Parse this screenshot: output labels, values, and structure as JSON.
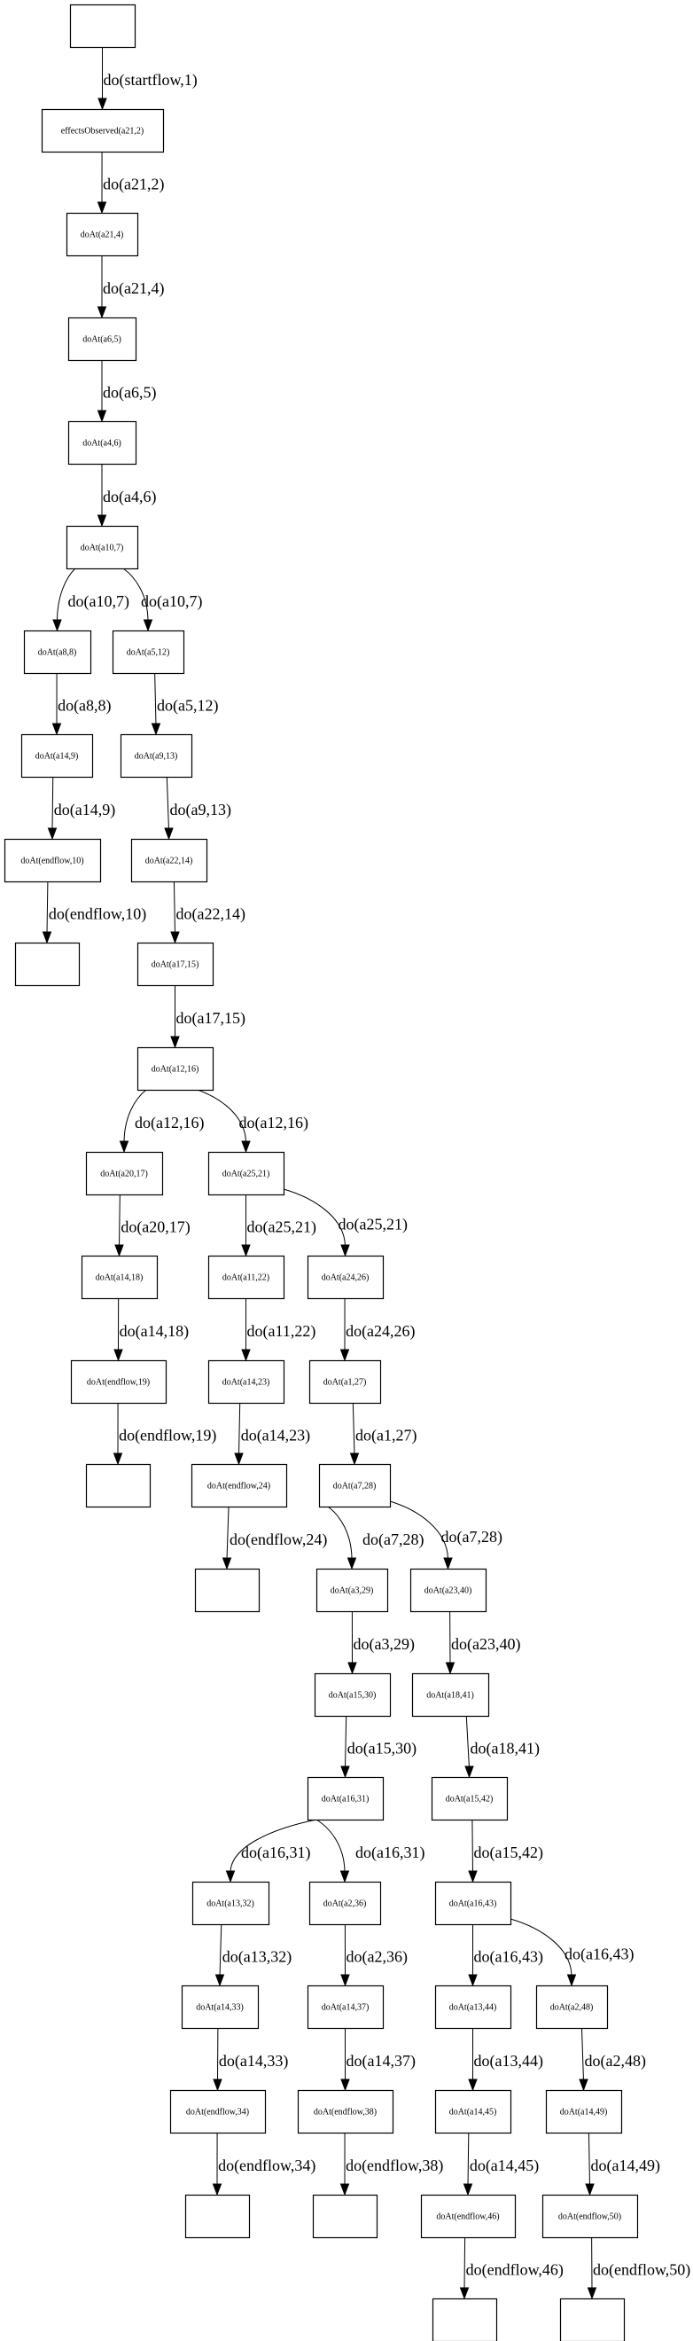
{
  "diagram": {
    "type": "directed-tree",
    "nodes": [
      {
        "id": "n0",
        "label": ""
      },
      {
        "id": "n1",
        "label": "effectsObserved(a21,2)"
      },
      {
        "id": "n2",
        "label": "doAt(a21,4)"
      },
      {
        "id": "n3",
        "label": "doAt(a6,5)"
      },
      {
        "id": "n4",
        "label": "doAt(a4,6)"
      },
      {
        "id": "n5",
        "label": "doAt(a10,7)"
      },
      {
        "id": "n6",
        "label": "doAt(a8,8)"
      },
      {
        "id": "n7",
        "label": "doAt(a5,12)"
      },
      {
        "id": "n8",
        "label": "doAt(a14,9)"
      },
      {
        "id": "n9",
        "label": "doAt(a9,13)"
      },
      {
        "id": "n10",
        "label": "doAt(endflow,10)"
      },
      {
        "id": "n11",
        "label": "doAt(a22,14)"
      },
      {
        "id": "n12",
        "label": ""
      },
      {
        "id": "n13",
        "label": "doAt(a17,15)"
      },
      {
        "id": "n14",
        "label": "doAt(a12,16)"
      },
      {
        "id": "n15",
        "label": "doAt(a20,17)"
      },
      {
        "id": "n16",
        "label": "doAt(a25,21)"
      },
      {
        "id": "n17",
        "label": "doAt(a14,18)"
      },
      {
        "id": "n18",
        "label": "doAt(a11,22)"
      },
      {
        "id": "n19",
        "label": "doAt(a24,26)"
      },
      {
        "id": "n20",
        "label": "doAt(endflow,19)"
      },
      {
        "id": "n21",
        "label": "doAt(a14,23)"
      },
      {
        "id": "n22",
        "label": "doAt(a1,27)"
      },
      {
        "id": "n23",
        "label": ""
      },
      {
        "id": "n24",
        "label": "doAt(endflow,24)"
      },
      {
        "id": "n25",
        "label": "doAt(a7,28)"
      },
      {
        "id": "n26",
        "label": ""
      },
      {
        "id": "n27",
        "label": "doAt(a3,29)"
      },
      {
        "id": "n28",
        "label": "doAt(a23,40)"
      },
      {
        "id": "n29",
        "label": "doAt(a15,30)"
      },
      {
        "id": "n30",
        "label": "doAt(a18,41)"
      },
      {
        "id": "n31",
        "label": "doAt(a16,31)"
      },
      {
        "id": "n32",
        "label": "doAt(a15,42)"
      },
      {
        "id": "n33",
        "label": "doAt(a13,32)"
      },
      {
        "id": "n34",
        "label": "doAt(a2,36)"
      },
      {
        "id": "n35",
        "label": "doAt(a16,43)"
      },
      {
        "id": "n36",
        "label": "doAt(a14,33)"
      },
      {
        "id": "n37",
        "label": "doAt(a14,37)"
      },
      {
        "id": "n38",
        "label": "doAt(a13,44)"
      },
      {
        "id": "n39",
        "label": "doAt(a2,48)"
      },
      {
        "id": "n40",
        "label": "doAt(endflow,34)"
      },
      {
        "id": "n41",
        "label": "doAt(endflow,38)"
      },
      {
        "id": "n42",
        "label": "doAt(a14,45)"
      },
      {
        "id": "n43",
        "label": "doAt(a14,49)"
      },
      {
        "id": "n44",
        "label": ""
      },
      {
        "id": "n45",
        "label": ""
      },
      {
        "id": "n46",
        "label": "doAt(endflow,46)"
      },
      {
        "id": "n47",
        "label": "doAt(endflow,50)"
      },
      {
        "id": "n48",
        "label": ""
      },
      {
        "id": "n49",
        "label": ""
      }
    ],
    "edges": [
      {
        "from": "n0",
        "to": "n1",
        "label": "do(startflow,1)"
      },
      {
        "from": "n1",
        "to": "n2",
        "label": "do(a21,2)"
      },
      {
        "from": "n2",
        "to": "n3",
        "label": "do(a21,4)"
      },
      {
        "from": "n3",
        "to": "n4",
        "label": "do(a6,5)"
      },
      {
        "from": "n4",
        "to": "n5",
        "label": "do(a4,6)"
      },
      {
        "from": "n5",
        "to": "n6",
        "label": "do(a10,7)"
      },
      {
        "from": "n5",
        "to": "n7",
        "label": "do(a10,7)"
      },
      {
        "from": "n6",
        "to": "n8",
        "label": "do(a8,8)"
      },
      {
        "from": "n7",
        "to": "n9",
        "label": "do(a5,12)"
      },
      {
        "from": "n8",
        "to": "n10",
        "label": "do(a14,9)"
      },
      {
        "from": "n9",
        "to": "n11",
        "label": "do(a9,13)"
      },
      {
        "from": "n10",
        "to": "n12",
        "label": "do(endflow,10)"
      },
      {
        "from": "n11",
        "to": "n13",
        "label": "do(a22,14)"
      },
      {
        "from": "n13",
        "to": "n14",
        "label": "do(a17,15)"
      },
      {
        "from": "n14",
        "to": "n15",
        "label": "do(a12,16)"
      },
      {
        "from": "n14",
        "to": "n16",
        "label": "do(a12,16)"
      },
      {
        "from": "n15",
        "to": "n17",
        "label": "do(a20,17)"
      },
      {
        "from": "n16",
        "to": "n18",
        "label": "do(a25,21)"
      },
      {
        "from": "n16",
        "to": "n19",
        "label": "do(a25,21)"
      },
      {
        "from": "n17",
        "to": "n20",
        "label": "do(a14,18)"
      },
      {
        "from": "n18",
        "to": "n21",
        "label": "do(a11,22)"
      },
      {
        "from": "n19",
        "to": "n22",
        "label": "do(a24,26)"
      },
      {
        "from": "n20",
        "to": "n23",
        "label": "do(endflow,19)"
      },
      {
        "from": "n21",
        "to": "n24",
        "label": "do(a14,23)"
      },
      {
        "from": "n22",
        "to": "n25",
        "label": "do(a1,27)"
      },
      {
        "from": "n24",
        "to": "n26",
        "label": "do(endflow,24)"
      },
      {
        "from": "n25",
        "to": "n27",
        "label": "do(a7,28)"
      },
      {
        "from": "n25",
        "to": "n28",
        "label": "do(a7,28)"
      },
      {
        "from": "n27",
        "to": "n29",
        "label": "do(a3,29)"
      },
      {
        "from": "n28",
        "to": "n30",
        "label": "do(a23,40)"
      },
      {
        "from": "n29",
        "to": "n31",
        "label": "do(a15,30)"
      },
      {
        "from": "n30",
        "to": "n32",
        "label": "do(a18,41)"
      },
      {
        "from": "n31",
        "to": "n33",
        "label": "do(a16,31)"
      },
      {
        "from": "n31",
        "to": "n34",
        "label": "do(a16,31)"
      },
      {
        "from": "n32",
        "to": "n35",
        "label": "do(a15,42)"
      },
      {
        "from": "n33",
        "to": "n36",
        "label": "do(a13,32)"
      },
      {
        "from": "n34",
        "to": "n37",
        "label": "do(a2,36)"
      },
      {
        "from": "n35",
        "to": "n38",
        "label": "do(a16,43)"
      },
      {
        "from": "n35",
        "to": "n39",
        "label": "do(a16,43)"
      },
      {
        "from": "n36",
        "to": "n40",
        "label": "do(a14,33)"
      },
      {
        "from": "n37",
        "to": "n41",
        "label": "do(a14,37)"
      },
      {
        "from": "n38",
        "to": "n42",
        "label": "do(a13,44)"
      },
      {
        "from": "n39",
        "to": "n43",
        "label": "do(a2,48)"
      },
      {
        "from": "n40",
        "to": "n44",
        "label": "do(endflow,34)"
      },
      {
        "from": "n41",
        "to": "n45",
        "label": "do(endflow,38)"
      },
      {
        "from": "n42",
        "to": "n46",
        "label": "do(a14,45)"
      },
      {
        "from": "n43",
        "to": "n47",
        "label": "do(a14,49)"
      },
      {
        "from": "n46",
        "to": "n48",
        "label": "do(endflow,46)"
      },
      {
        "from": "n47",
        "to": "n49",
        "label": "do(endflow,50)"
      }
    ]
  }
}
